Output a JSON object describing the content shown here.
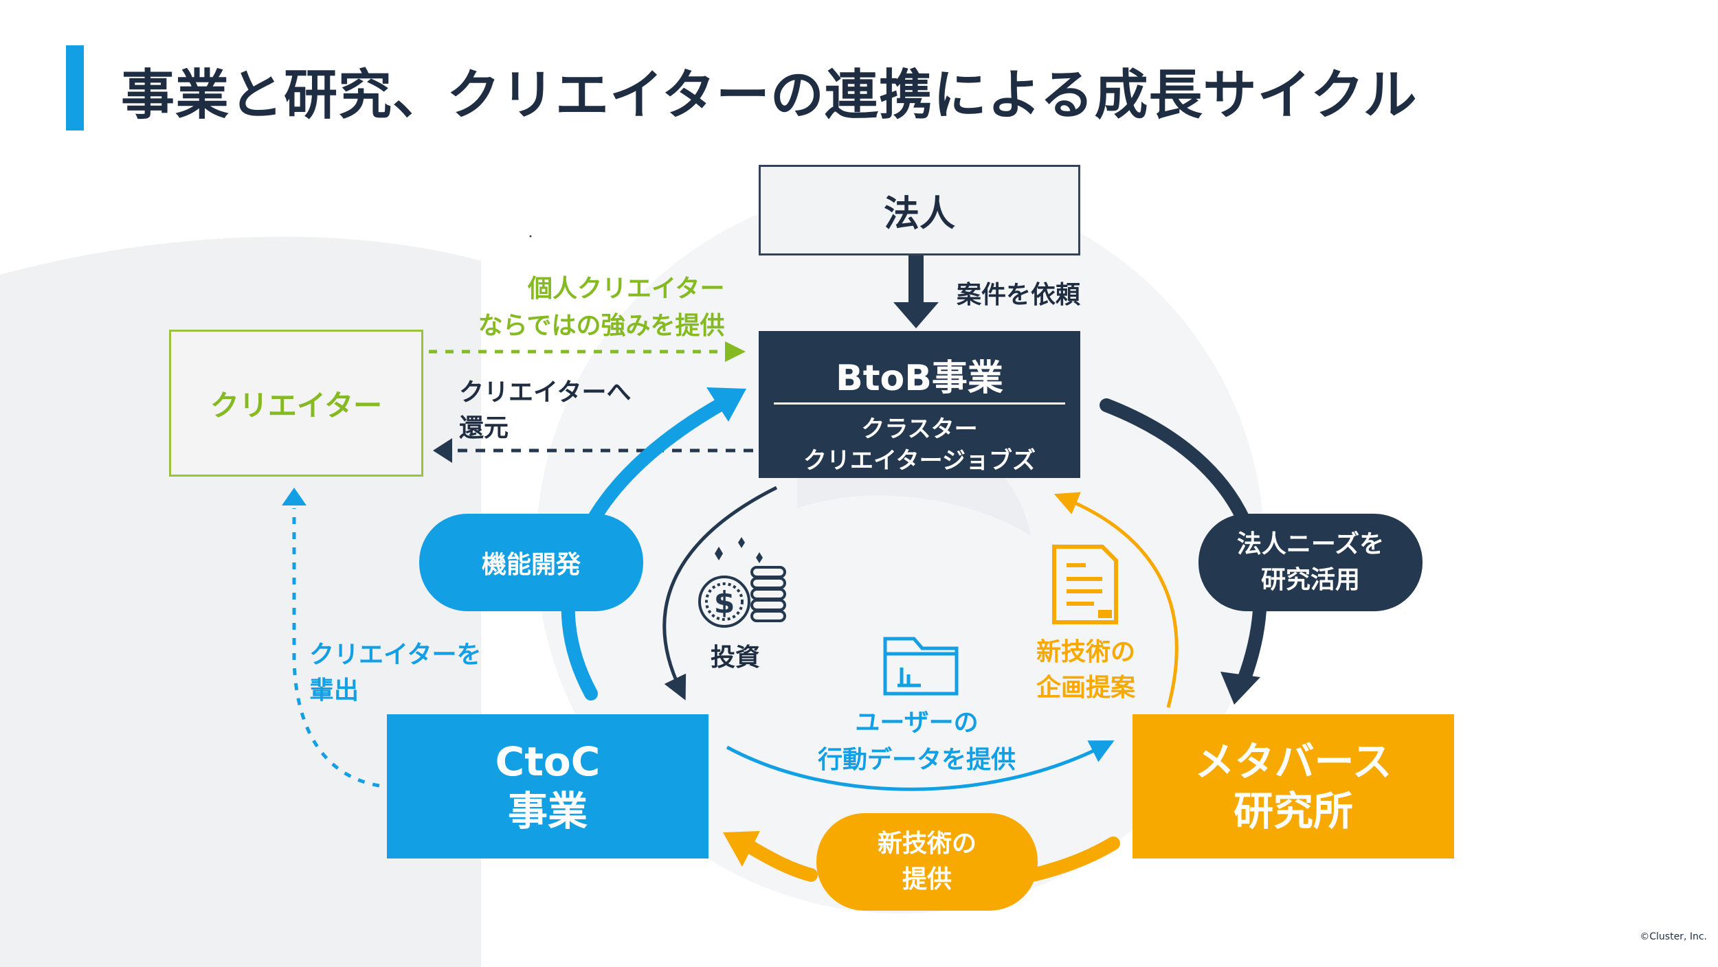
{
  "title": "事業と研究、クリエイターの連携による成長サイクル",
  "nodes": {
    "houjin": "法人",
    "btob": {
      "title": "BtoB事業",
      "subtitle_line1": "クラスター",
      "subtitle_line2": "クリエイタージョブズ"
    },
    "creator": "クリエイター",
    "ctoc": {
      "line1": "CtoC",
      "line2": "事業"
    },
    "metaverse_lab": {
      "line1": "メタバース",
      "line2": "研究所"
    }
  },
  "pills": {
    "kinou": "機能開発",
    "houjin_needs": {
      "line1": "法人ニーズを",
      "line2": "研究活用"
    },
    "shingijutsu": {
      "line1": "新技術の",
      "line2": "提供"
    }
  },
  "labels": {
    "anken": "案件を依頼",
    "kojin": {
      "line1": "個人クリエイター",
      "line2": "ならではの強みを提供"
    },
    "kangen": {
      "line1": "クリエイターへ",
      "line2": "還元"
    },
    "haishutsu": {
      "line1": "クリエイターを",
      "line2": "輩出"
    },
    "toshi": "投資",
    "kikaku": {
      "line1": "新技術の",
      "line2": "企画提案"
    },
    "userdata": {
      "line1": "ユーザーの",
      "line2": "行動データを提供"
    }
  },
  "icons": {
    "investment": "coins-dollar-icon",
    "document": "document-icon",
    "folder": "folder-chart-icon"
  },
  "colors": {
    "navy": "#243850",
    "blue": "#139fe3",
    "orange": "#f7a900",
    "green": "#86ba22",
    "title_bar": "#139fe3"
  },
  "copyright": "©Cluster, Inc."
}
